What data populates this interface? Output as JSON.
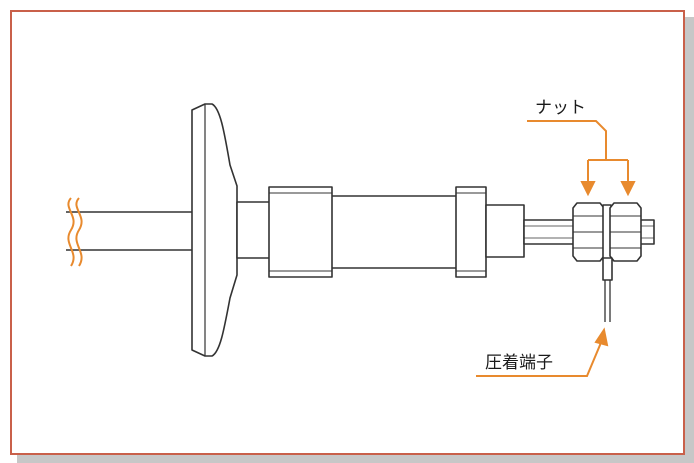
{
  "labels": {
    "nut": "ナット",
    "crimp_terminal": "圧着端子"
  },
  "colors": {
    "frame_border": "#c9604a",
    "frame_shadow": "#c7c7c7",
    "callout_line": "#e88a2e",
    "break_mark": "#e88a2e",
    "part_stroke": "#333333",
    "part_fill": "#ffffff"
  },
  "icons": {
    "break_mark": "wavy-break-lines"
  }
}
